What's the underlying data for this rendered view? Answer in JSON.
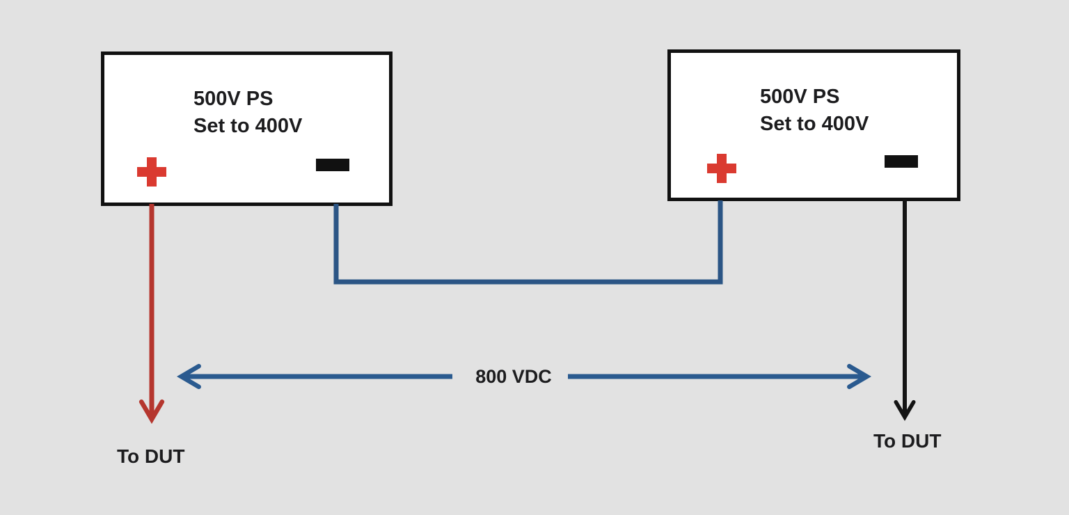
{
  "canvas": {
    "background_color": "#e2e2e2"
  },
  "supplies": [
    {
      "line1": "500V PS",
      "line2": "Set to 400V"
    },
    {
      "line1": "500V PS",
      "line2": "Set to 400V"
    }
  ],
  "labels": {
    "bus_voltage": "800 VDC",
    "left_output": "To DUT",
    "right_output": "To DUT"
  },
  "icons": [
    {
      "name": "positive-terminal-icon",
      "glyph": "plus"
    },
    {
      "name": "negative-terminal-icon",
      "glyph": "minus"
    }
  ],
  "colors": {
    "positive_terminal": "#da3a30",
    "negative_terminal": "#111111",
    "positive_wire": "#b5362e",
    "negative_wire": "#141414",
    "series_wire": "#2b5585",
    "bus_arrow": "#2a5a8f",
    "box_border": "#111111",
    "box_fill": "#ffffff",
    "text": "#1c1c1e"
  }
}
